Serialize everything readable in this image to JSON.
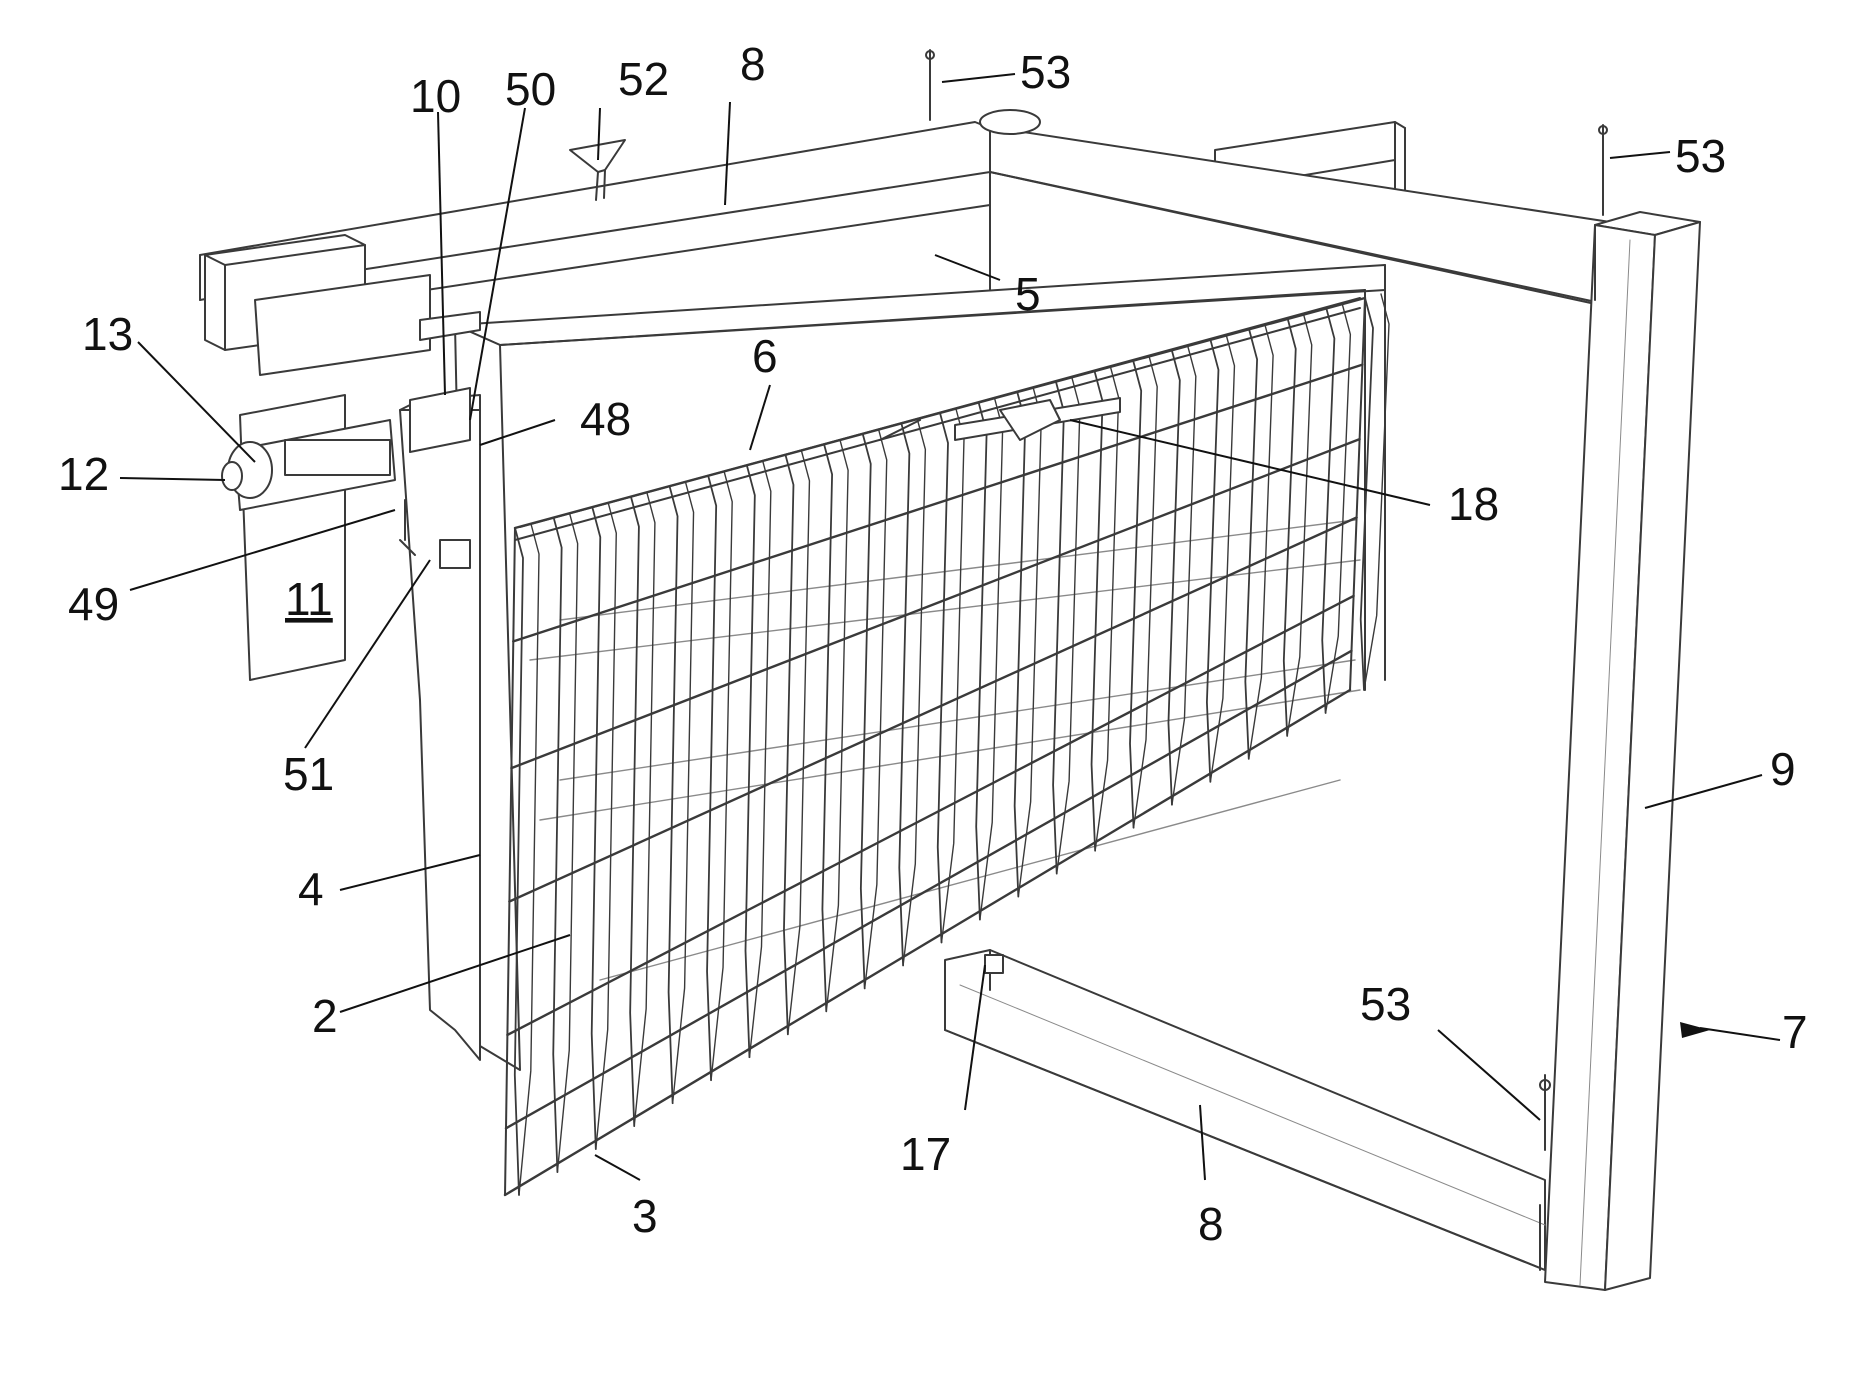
{
  "figure": {
    "labels": {
      "l2": "2",
      "l3": "3",
      "l4": "4",
      "l5": "5",
      "l6": "6",
      "l7": "7",
      "l8_top": "8",
      "l8_bottom": "8",
      "l9": "9",
      "l10": "10",
      "l11": "11",
      "l12": "12",
      "l13": "13",
      "l17": "17",
      "l18": "18",
      "l48": "48",
      "l49": "49",
      "l50": "50",
      "l51": "51",
      "l52": "52",
      "l53_a": "53",
      "l53_b": "53",
      "l53_c": "53"
    },
    "colors": {
      "line": "#3a3a3a",
      "light_line": "#8a8a8a",
      "fill": "#ffffff"
    }
  }
}
